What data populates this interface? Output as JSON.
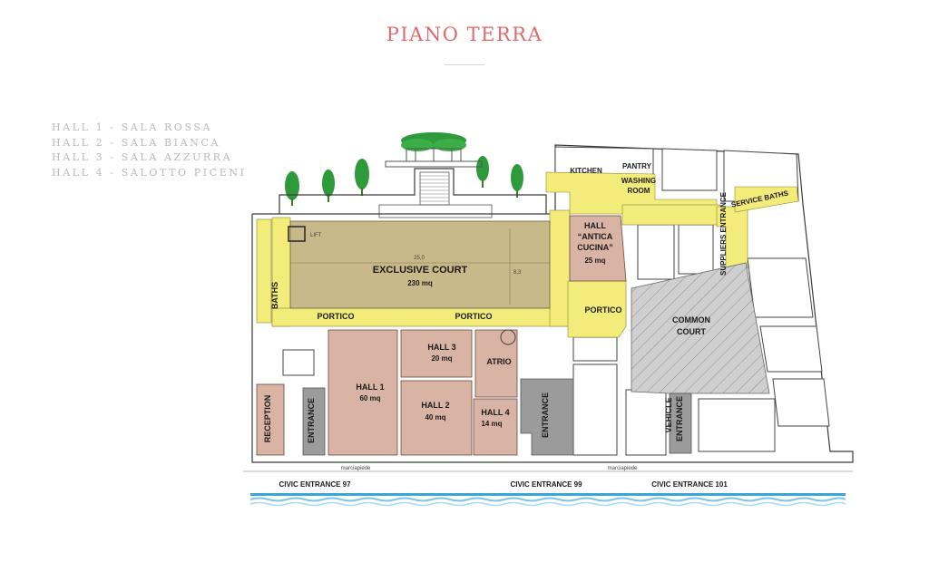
{
  "title": "PIANO TERRA",
  "legend": [
    "HALL 1 - SALA ROSSA",
    "HALL 2 - SALA BIANCA",
    "HALL 3 - SALA AZZURRA",
    "HALL 4 - SALOTTO PICENI"
  ],
  "colors": {
    "title": "#e06a6a",
    "legend_text": "#b9b9b9",
    "portico_yellow": "#f4ec7a",
    "court_khaki": "#c9b98a",
    "hall_pink": "#d9b3a3",
    "entrance_gray": "#9b9b9b",
    "common_court_gray": "#cfcfcf",
    "tree_green": "#2e9a3c",
    "water_blue": "#3aa6d6"
  },
  "rooms": {
    "exclusive_court": "EXCLUSIVE COURT",
    "exclusive_court_area": "230 mq",
    "portico": "PORTICO",
    "baths": "BATHS",
    "lift": "LIFT",
    "reception": "RECEPTION",
    "entrance": "ENTRANCE",
    "hall1": "HALL 1",
    "hall1_area": "60 mq",
    "hall2": "HALL 2",
    "hall2_area": "40 mq",
    "hall3": "HALL 3",
    "hall3_area": "20 mq",
    "hall4": "HALL 4",
    "hall4_area": "14 mq",
    "atrio": "ATRIO",
    "hall_antica_1": "HALL",
    "hall_antica_2": "“ANTICA",
    "hall_antica_3": "CUCINA”",
    "hall_antica_area": "25 mq",
    "kitchen": "KITCHEN",
    "pantry": "PANTRY",
    "washing_1": "WASHING",
    "washing_2": "ROOM",
    "suppliers_entrance": "SUPPLIERS ENTRANCE",
    "service_baths": "SERVICE BATHS",
    "common_court_1": "COMMON",
    "common_court_2": "COURT",
    "vehicle_1": "VEHICLE",
    "vehicle_2": "ENTRANCE",
    "dim_width": "25,0",
    "dim_height": "8,3"
  },
  "civic": [
    "CIVIC ENTRANCE 97",
    "CIVIC ENTRANCE 99",
    "CIVIC ENTRANCE 101"
  ],
  "street": "marciapiede"
}
